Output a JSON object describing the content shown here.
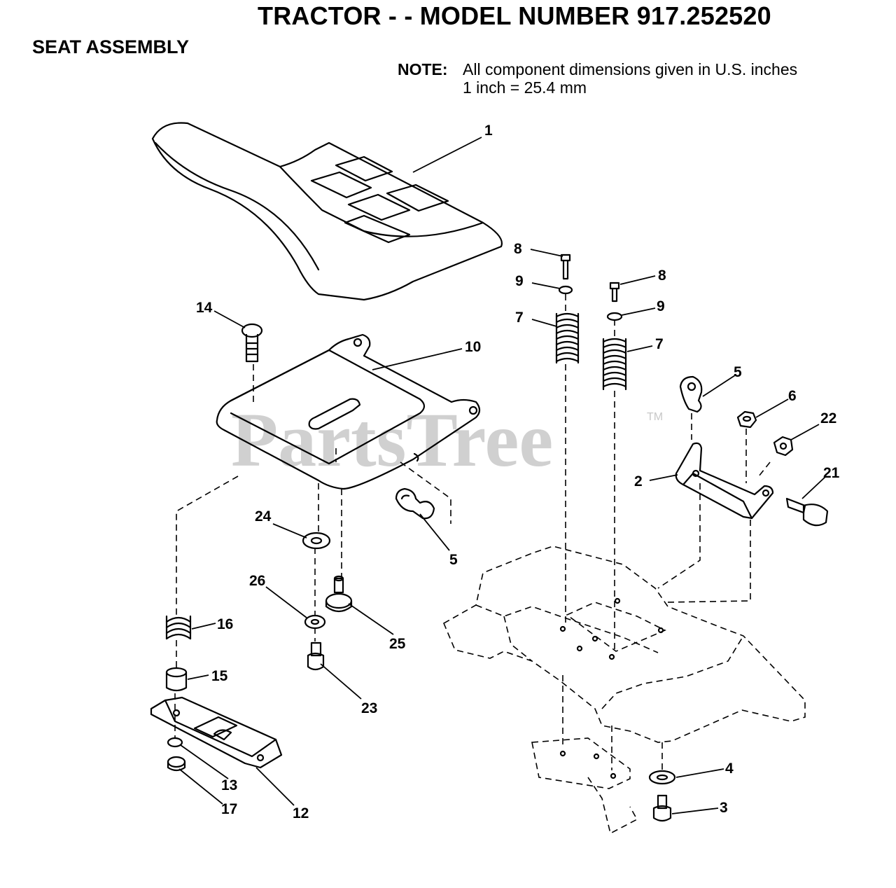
{
  "header": {
    "title": "TRACTOR - - MODEL NUMBER 917.252520",
    "section": "SEAT ASSEMBLY",
    "note_label": "NOTE:",
    "note_line1": "All component dimensions given in U.S. inches",
    "note_line2": "1 inch = 25.4 mm"
  },
  "watermark": {
    "text": "PartsTree",
    "tm": "TM"
  },
  "callouts": {
    "c1": "1",
    "c2": "2",
    "c3": "3",
    "c4": "4",
    "c5a": "5",
    "c5b": "5",
    "c6": "6",
    "c7a": "7",
    "c7b": "7",
    "c8a": "8",
    "c8b": "8",
    "c9a": "9",
    "c9b": "9",
    "c10": "10",
    "c12": "12",
    "c13": "13",
    "c14": "14",
    "c15": "15",
    "c16": "16",
    "c17": "17",
    "c21": "21",
    "c22": "22",
    "c23": "23",
    "c24": "24",
    "c25": "25",
    "c26": "26"
  }
}
